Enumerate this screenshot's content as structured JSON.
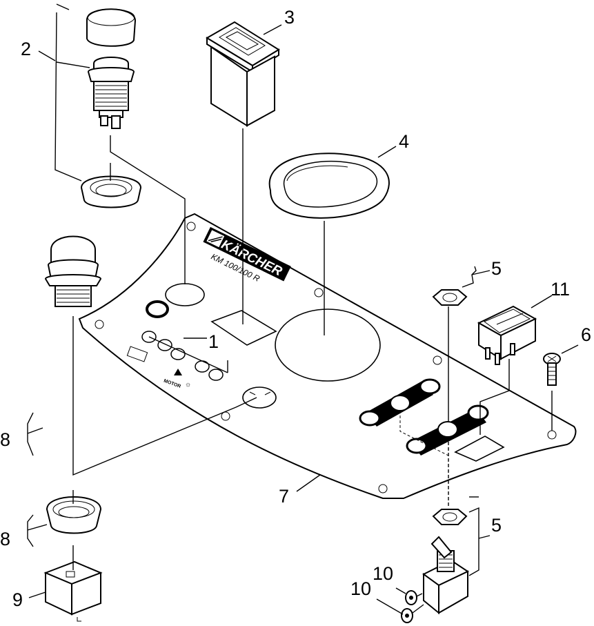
{
  "callouts": {
    "c1": "1",
    "c2": "2",
    "c3": "3",
    "c4": "4",
    "c5_top": "5",
    "c5_bottom": "5",
    "c6": "6",
    "c7": "7",
    "c8_top": "8",
    "c8_bottom": "8",
    "c9": "9",
    "c10_a": "10",
    "c10_b": "10",
    "c11": "11"
  },
  "panel": {
    "brand": "KÄRCHER",
    "model": "KM 100/100 R",
    "motor_label": "MOTOR"
  },
  "colors": {
    "ink": "#000000",
    "paper": "#ffffff"
  }
}
